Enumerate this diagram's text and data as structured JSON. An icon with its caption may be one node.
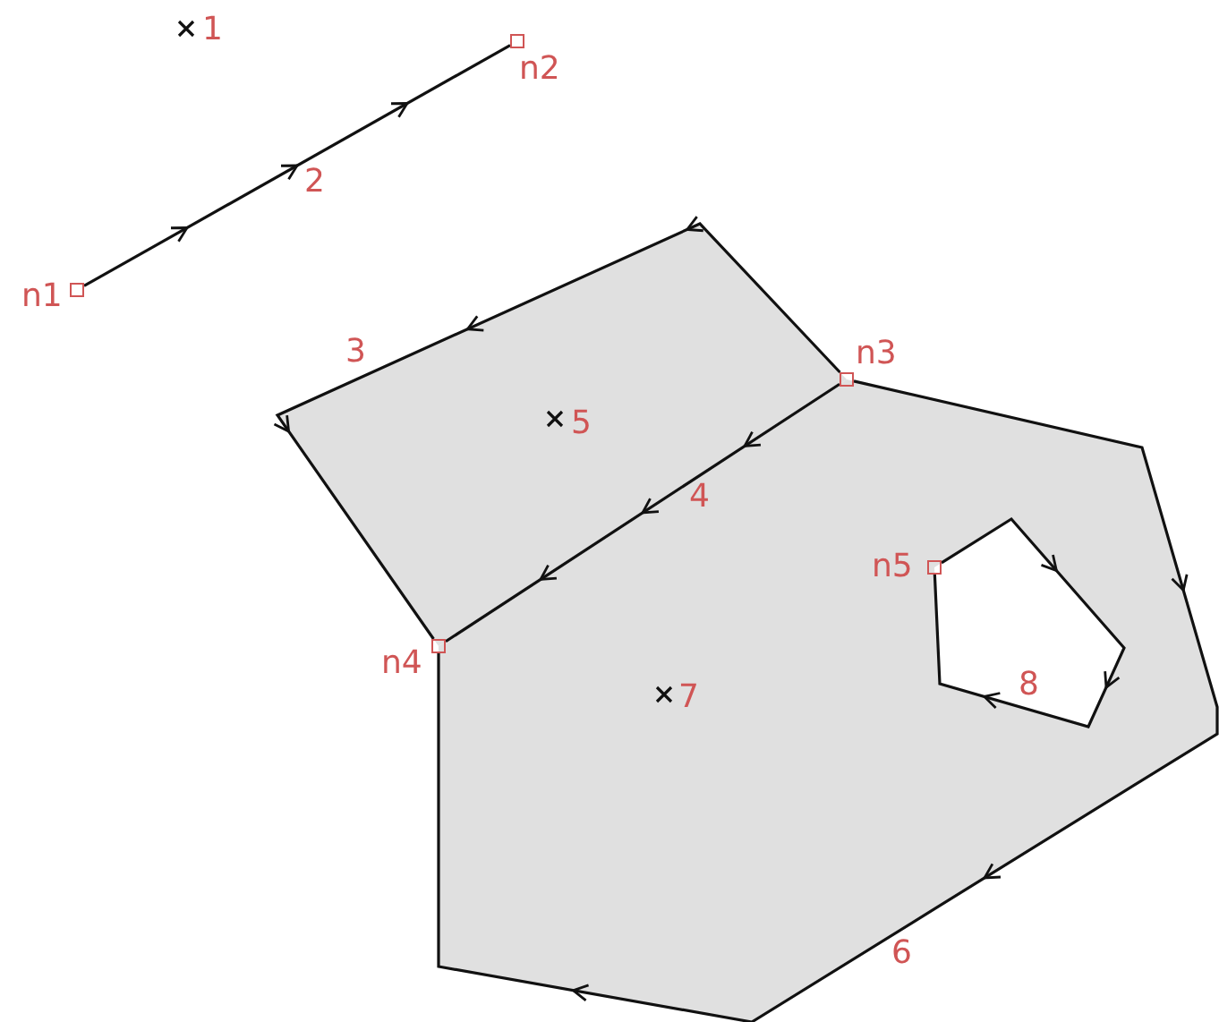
{
  "diagram": {
    "nodes": [
      {
        "text": [],
        "shape": "box",
        "beside": [
          "n1"
        ]
      },
      {
        "text": [],
        "shape": "box",
        "beside": [
          "n2"
        ]
      },
      {
        "text": [],
        "shape": "box",
        "beside": [
          "n3"
        ]
      },
      {
        "text": [],
        "shape": "box",
        "beside": [
          "n4"
        ]
      },
      {
        "text": [],
        "shape": "box",
        "beside": [
          "n5"
        ]
      }
    ],
    "edges": [
      {
        "from": 0,
        "to": 1,
        "arrow": "to",
        "label": "2"
      },
      {
        "from": 2,
        "to": 3,
        "arrow": "to",
        "label": "3"
      },
      {
        "from": 2,
        "to": 3,
        "arrow": "to",
        "label": "4"
      },
      {
        "from": 2,
        "to": 3,
        "arrow": "to",
        "label": "6"
      },
      {
        "from": 4,
        "to": 4,
        "arrow": "to",
        "label": "8"
      }
    ],
    "labels": [
      "1",
      "5",
      "7"
    ]
  }
}
